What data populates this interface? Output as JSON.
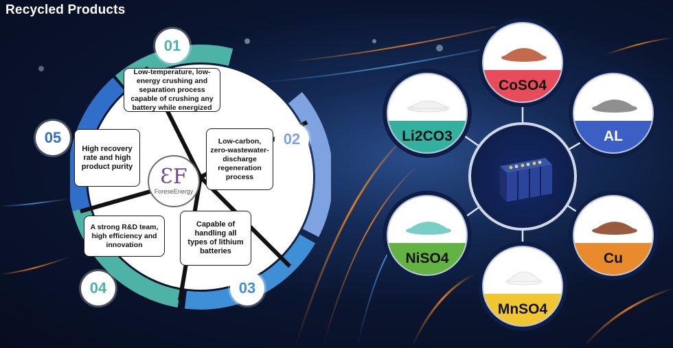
{
  "page": {
    "title": "Recycled Products"
  },
  "logo": {
    "text": "ForeseEnergy"
  },
  "steps": [
    {
      "number": "01",
      "text": "Low-temperature, low-energy crushing and separation process capable of crushing any battery while energized",
      "color": "#4db3a6"
    },
    {
      "number": "02",
      "text": "Low-carbon, zero-wastewater-discharge regeneration process",
      "color": "#7fa3e0"
    },
    {
      "number": "03",
      "text": "Capable of handling all types of lithium batteries",
      "color": "#3f8fd6"
    },
    {
      "number": "04",
      "text": "A strong R&D team, high efficiency and innovation",
      "color": "#4db3a6"
    },
    {
      "number": "05",
      "text": "High recovery rate and high product purity",
      "color": "#2f6fc9"
    }
  ],
  "products": [
    {
      "name": "CoSO4",
      "band_color": "#e84b5a",
      "powder_color": "#c46a4c",
      "text_color": "#111"
    },
    {
      "name": "Li2CO3",
      "band_color": "#33b09f",
      "powder_color": "#f1f1f1",
      "text_color": "#111"
    },
    {
      "name": "AL",
      "band_color": "#3b5fc4",
      "powder_color": "#8f8f8f",
      "text_color": "#fff"
    },
    {
      "name": "NiSO4",
      "band_color": "#62b342",
      "powder_color": "#79cfc5",
      "text_color": "#111"
    },
    {
      "name": "Cu",
      "band_color": "#e98a2d",
      "powder_color": "#9a5a3d",
      "text_color": "#111"
    },
    {
      "name": "MnSO4",
      "band_color": "#f2c630",
      "powder_color": "#f4f4f4",
      "text_color": "#111"
    }
  ]
}
